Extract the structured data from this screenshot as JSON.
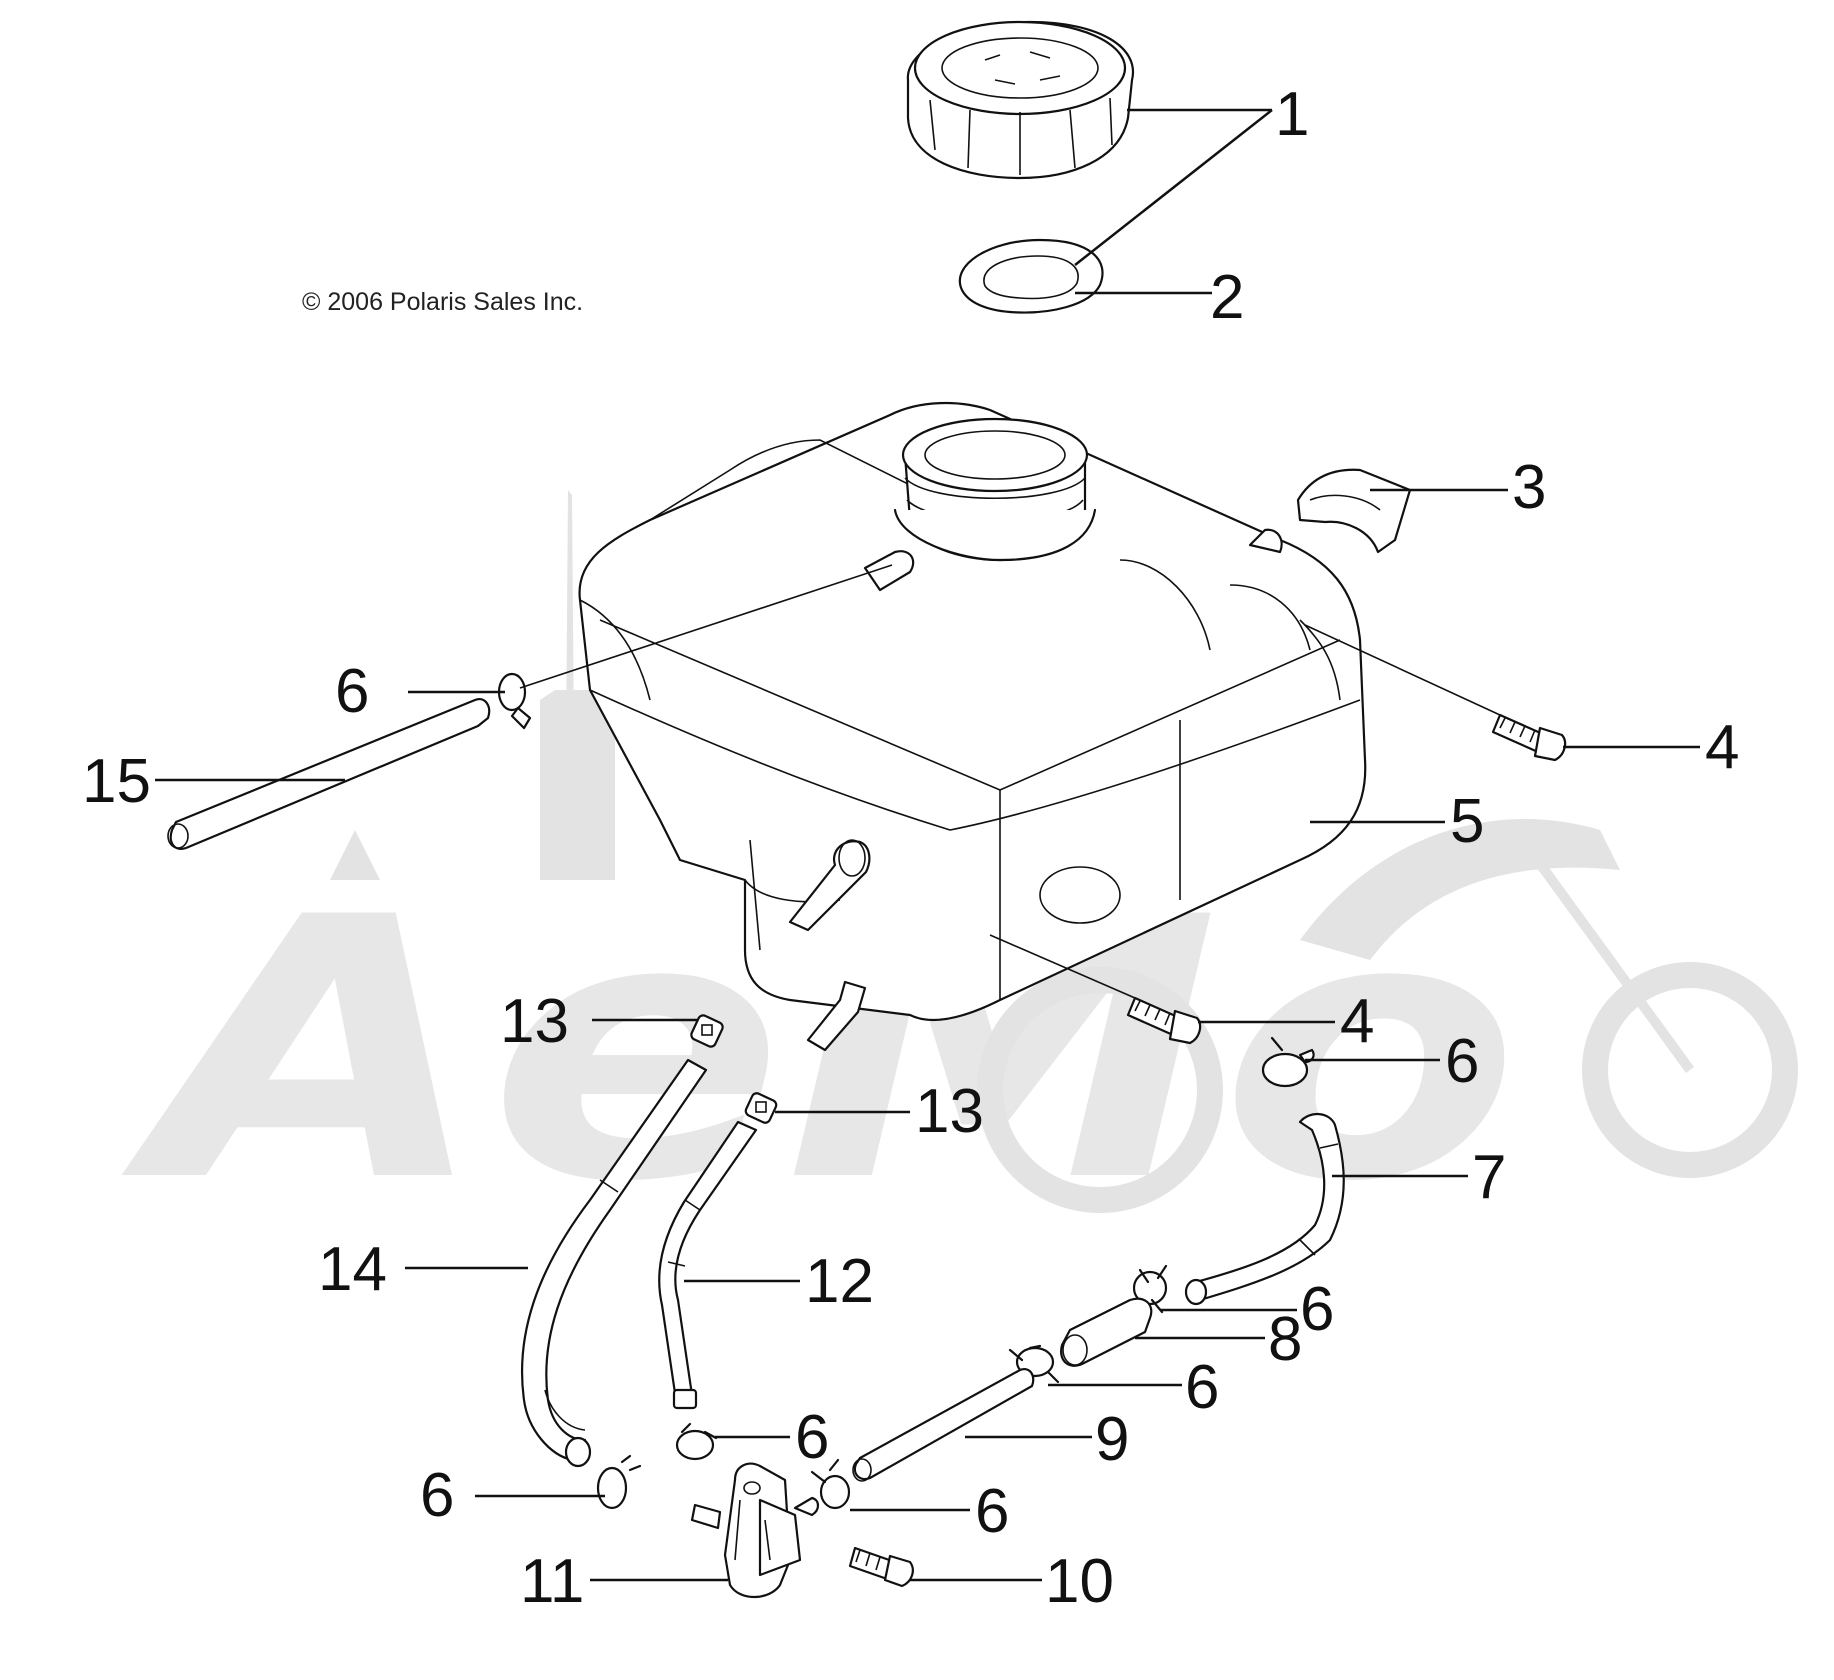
{
  "copyright": "© 2006 Polaris Sales Inc.",
  "watermark": "AeMo",
  "callouts": {
    "c1": "1",
    "c2": "2",
    "c3": "3",
    "c4a": "4",
    "c4b": "4",
    "c5": "5",
    "c6a": "6",
    "c6b": "6",
    "c6c": "6",
    "c6d": "6",
    "c6e": "6",
    "c6f": "6",
    "c6g": "6",
    "c7": "7",
    "c8": "8",
    "c9": "9",
    "c10": "10",
    "c11": "11",
    "c12": "12",
    "c13a": "13",
    "c13b": "13",
    "c14": "14",
    "c15": "15"
  },
  "colors": {
    "line": "#111111",
    "watermark": "#e3e3e3",
    "background": "#ffffff"
  }
}
